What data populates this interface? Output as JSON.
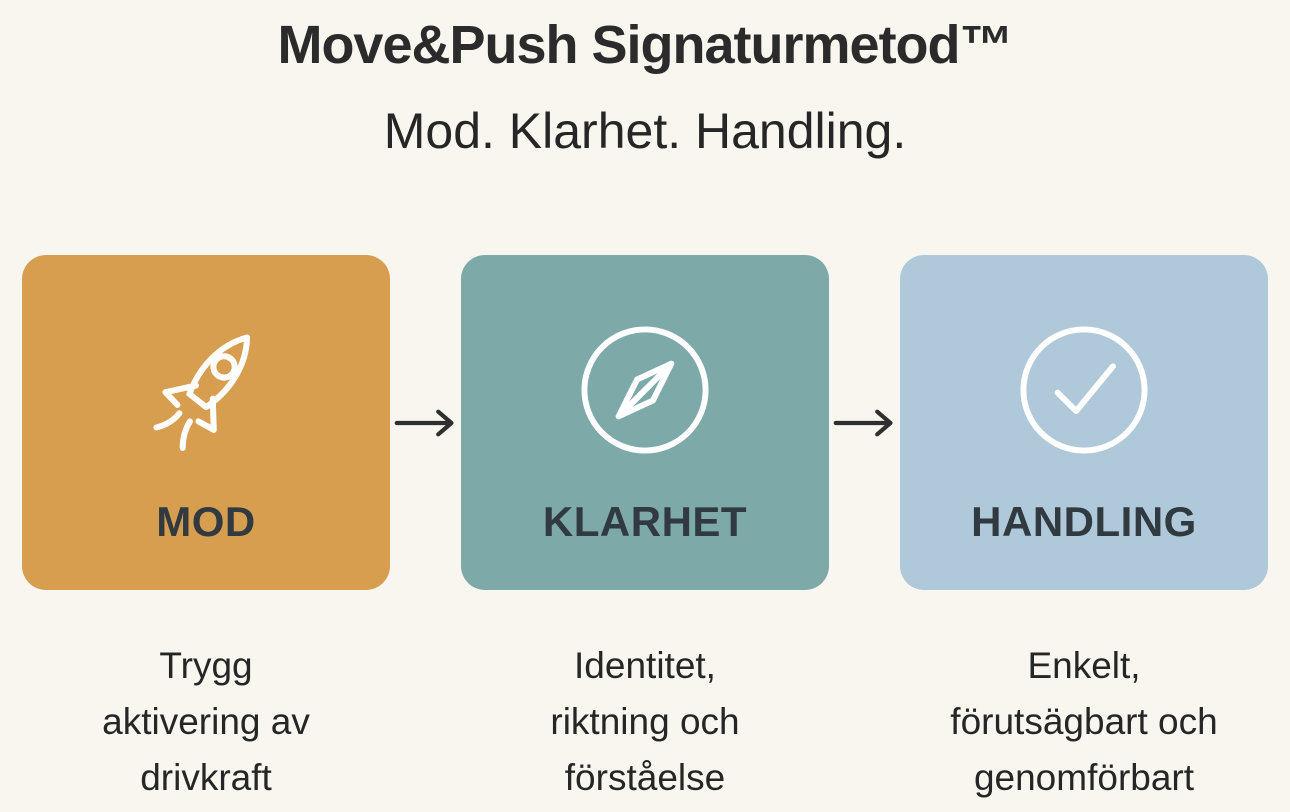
{
  "header": {
    "title": "Move&Push Signaturmetod™",
    "subtitle": "Mod. Klarhet. Handling."
  },
  "colors": {
    "background": "#f8f6ef",
    "heading_text": "#2b2b2b",
    "body_text": "#262626",
    "label_text": "#303a40",
    "arrow": "#2f2f2f",
    "icon_stroke": "#ffffff"
  },
  "steps": [
    {
      "label": "MOD",
      "icon": "rocket-icon",
      "color": "#d79e4f",
      "description": "Trygg\naktivering av\ndrivkraft"
    },
    {
      "label": "KLARHET",
      "icon": "compass-icon",
      "color": "#7da9a8",
      "description": "Identitet,\nriktning och\nförståelse"
    },
    {
      "label": "HANDLING",
      "icon": "check-circle-icon",
      "color": "#afc8da",
      "description": "Enkelt,\nförutsägbart och\ngenomförbart"
    }
  ]
}
